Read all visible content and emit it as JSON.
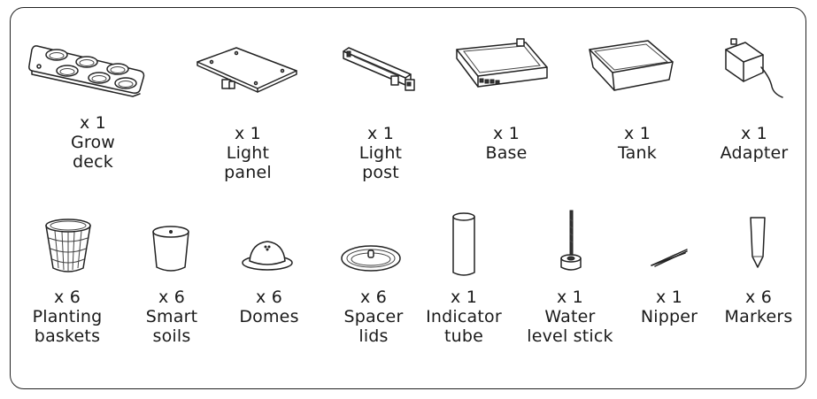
{
  "items": [
    {
      "qty": "x 1",
      "line1": "Grow",
      "line2": "deck",
      "icon": "grow-deck-icon"
    },
    {
      "qty": "x 1",
      "line1": "Light",
      "line2": "panel",
      "icon": "light-panel-icon"
    },
    {
      "qty": "x 1",
      "line1": "Light",
      "line2": "post",
      "icon": "light-post-icon"
    },
    {
      "qty": "x 1",
      "line1": "Base",
      "line2": "",
      "icon": "base-icon"
    },
    {
      "qty": "x 1",
      "line1": "Tank",
      "line2": "",
      "icon": "tank-icon"
    },
    {
      "qty": "x 1",
      "line1": "Adapter",
      "line2": "",
      "icon": "adapter-icon"
    },
    {
      "qty": "x 6",
      "line1": "Planting",
      "line2": "baskets",
      "icon": "planting-basket-icon"
    },
    {
      "qty": "x 6",
      "line1": "Smart",
      "line2": "soils",
      "icon": "smart-soil-icon"
    },
    {
      "qty": "x 6",
      "line1": "Domes",
      "line2": "",
      "icon": "dome-icon"
    },
    {
      "qty": "x 6",
      "line1": "Spacer",
      "line2": "lids",
      "icon": "spacer-lid-icon"
    },
    {
      "qty": "x 1",
      "line1": "Indicator",
      "line2": "tube",
      "icon": "indicator-tube-icon"
    },
    {
      "qty": "x 1",
      "line1": "Water",
      "line2": "level stick",
      "icon": "water-level-stick-icon"
    },
    {
      "qty": "x 1",
      "line1": "Nipper",
      "line2": "",
      "icon": "nipper-icon"
    },
    {
      "qty": "x 6",
      "line1": "Markers",
      "line2": "",
      "icon": "marker-icon"
    }
  ]
}
